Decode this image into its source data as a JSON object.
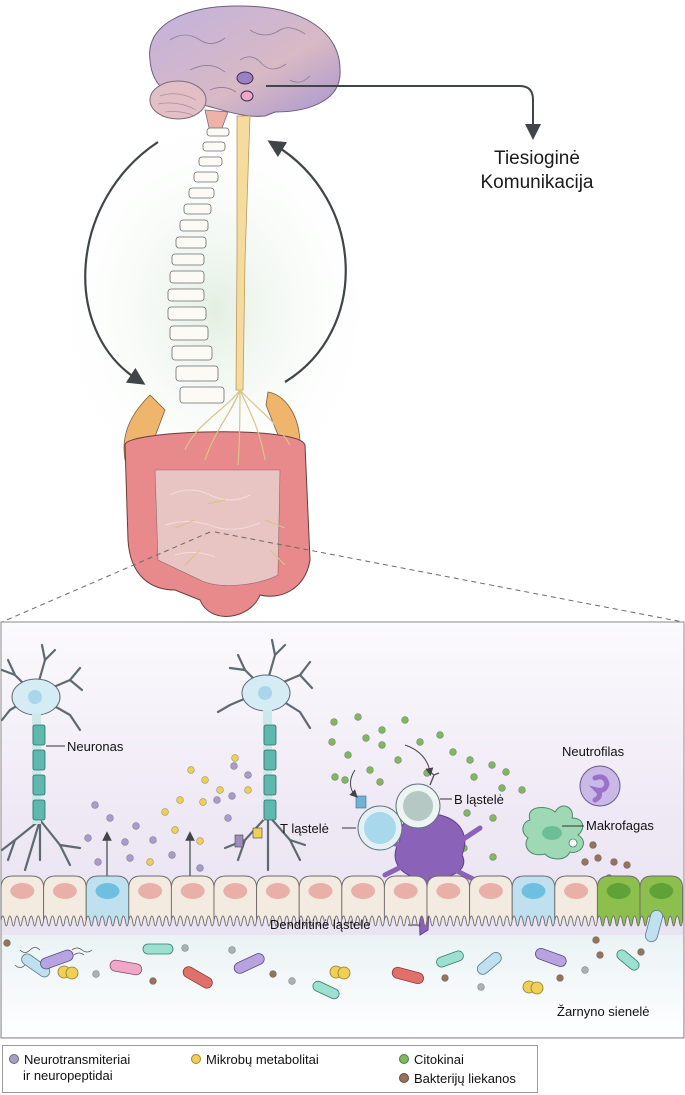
{
  "diagram": {
    "title_line1": "Tiesioginė",
    "title_line2": "Komunikacija",
    "labels": {
      "neuron": "Neuronas",
      "t_cell": "T ląstelė",
      "b_cell": "B ląstelė",
      "neutrophil": "Neutrofilas",
      "macrophage": "Makrofagas",
      "dendritic_cell": "Dendritinė ląstelė",
      "gut_wall": "Žarnyno sienelė"
    },
    "legend": [
      {
        "line1": "Neurotransmiteriai",
        "line2": "ir neuropeptidai",
        "color": "#a99cc8"
      },
      {
        "line1": "Mikrobų metabolitai",
        "line2": "",
        "color": "#f0cf55"
      },
      {
        "line1": "Citokinai",
        "line2": "",
        "color": "#7fb860"
      },
      {
        "line1": "Bakterijų liekanos",
        "line2": "",
        "color": "#96735a"
      }
    ],
    "colors": {
      "brain": "#b9a8d6",
      "spinal_cord": "#f5dc9e",
      "colon": "#e8898b",
      "neuron_axon": "#5fb8ad",
      "epithelium": "#f3ebe0",
      "enteroendocrine_cell": "#bfe0ee",
      "goblet_cell": "#8dbf4e",
      "dendritic": "#8a63b8",
      "arrow": "#3f4548"
    }
  }
}
